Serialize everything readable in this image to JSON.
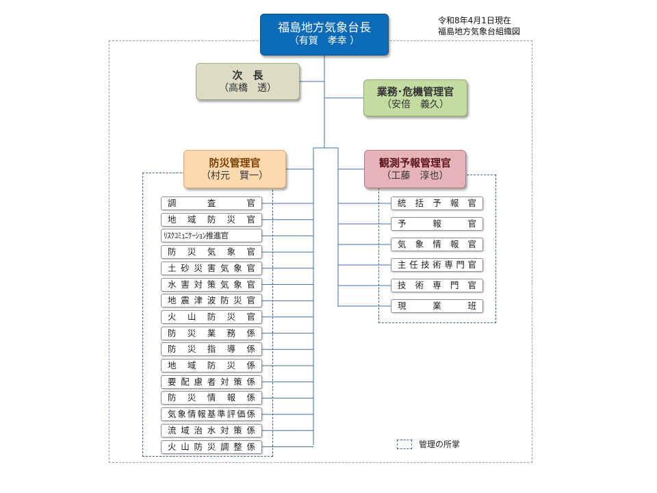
{
  "note": {
    "line1": "令和8年4月1日現在",
    "line2": "福島地方気象台組織図"
  },
  "director": {
    "title": "福島地方気象台長",
    "name": "（有賀　孝幸 ）"
  },
  "deputy": {
    "title": "次　長",
    "name": "（高橋　透）"
  },
  "crisis_manager": {
    "title": "業務･危機管理官",
    "name": "（安倍　義久）"
  },
  "disaster_manager": {
    "title": "防災管理官",
    "name": "（村元　賢一）"
  },
  "forecast_manager": {
    "title": "観測予報管理官",
    "name": "（工藤　淳也）"
  },
  "disaster_units": [
    "調査官",
    "地域防災官",
    "ﾘｽｸｺﾐｭﾆｹｰｼｮﾝ推進官",
    "防災気象官",
    "土砂災害気象官",
    "水害対策気象官",
    "地震津波防災官",
    "火山防災官",
    "防災業務係",
    "防災指導係",
    "地域防災係",
    "要配慮者対策係",
    "防災情報係",
    "気象情報基準評価係",
    "流域治水対策係",
    "火山防災調整係"
  ],
  "forecast_units": [
    "統括予報官",
    "予報官",
    "気象情報官",
    "主任技術専門官",
    "技術専門官",
    "現業班"
  ],
  "legend": {
    "label": "管理の所掌"
  },
  "colors": {
    "director": "#0c6bb8",
    "deputy": "#dcdcc4",
    "crisis_manager": "#c3dca2",
    "disaster_manager": "#fdd9b0",
    "forecast_manager": "#e6b4b8",
    "connector": "#3f6f9a"
  }
}
